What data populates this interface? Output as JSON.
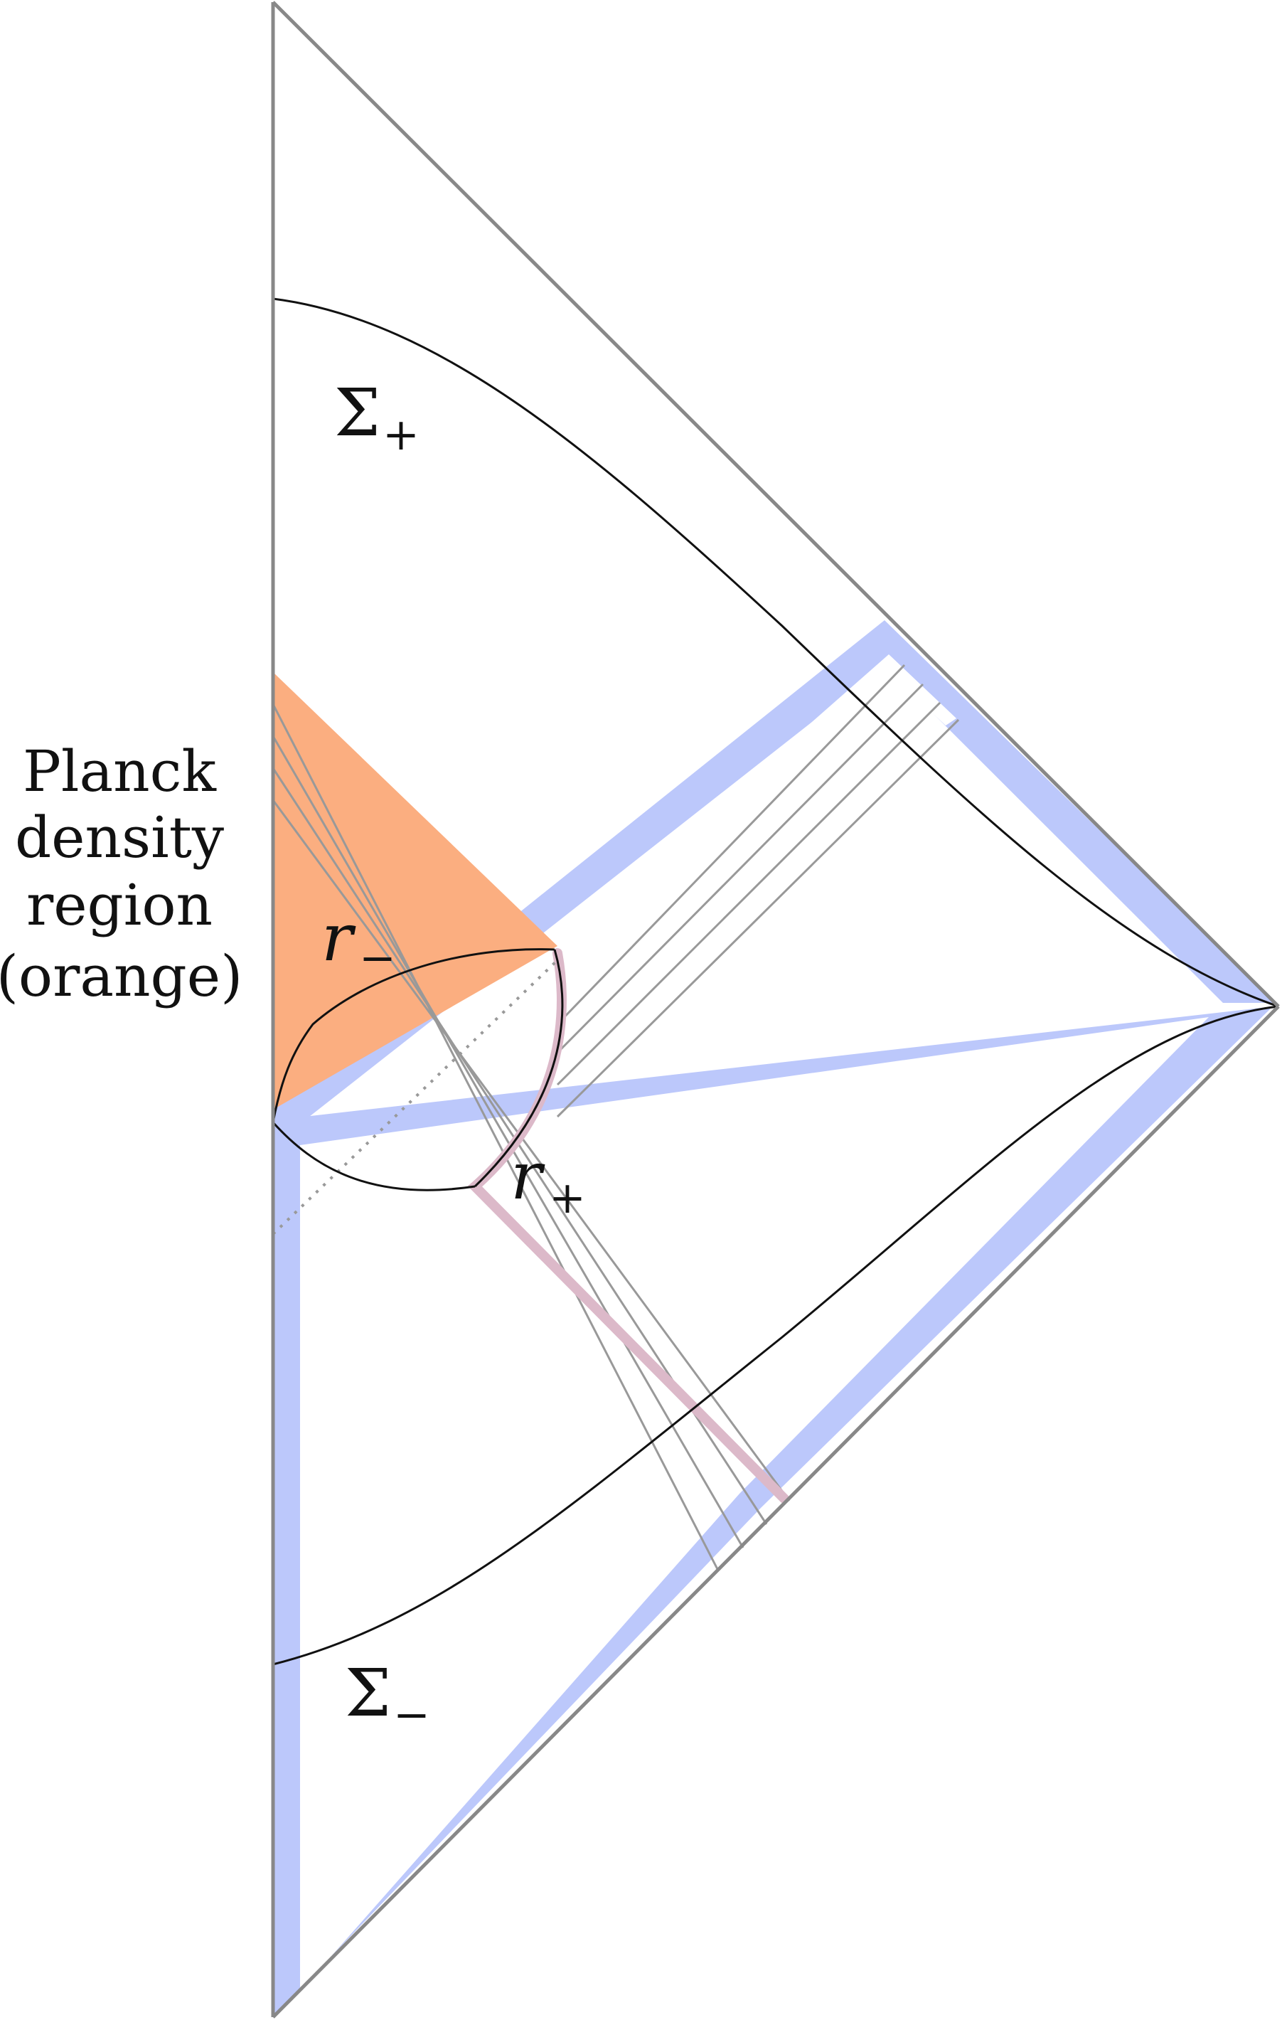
{
  "caption": {
    "lines": [
      "Planck",
      "density",
      "region",
      "(orange)"
    ]
  },
  "labels": {
    "sigma_plus": {
      "symbol": "Σ",
      "sub": "+"
    },
    "sigma_minus": {
      "symbol": "Σ",
      "sub": "−"
    },
    "r_minus": {
      "symbol": "r",
      "sub": "−"
    },
    "r_plus": {
      "symbol": "r",
      "sub": "+"
    }
  },
  "colors": {
    "frame": "#888888",
    "curve": "#111111",
    "null_ray": "#999999",
    "blue_band": "#bcc8fb",
    "orange_region": "#fbae80",
    "pink_path": "#dcb9c9",
    "dotted": "#999999"
  }
}
